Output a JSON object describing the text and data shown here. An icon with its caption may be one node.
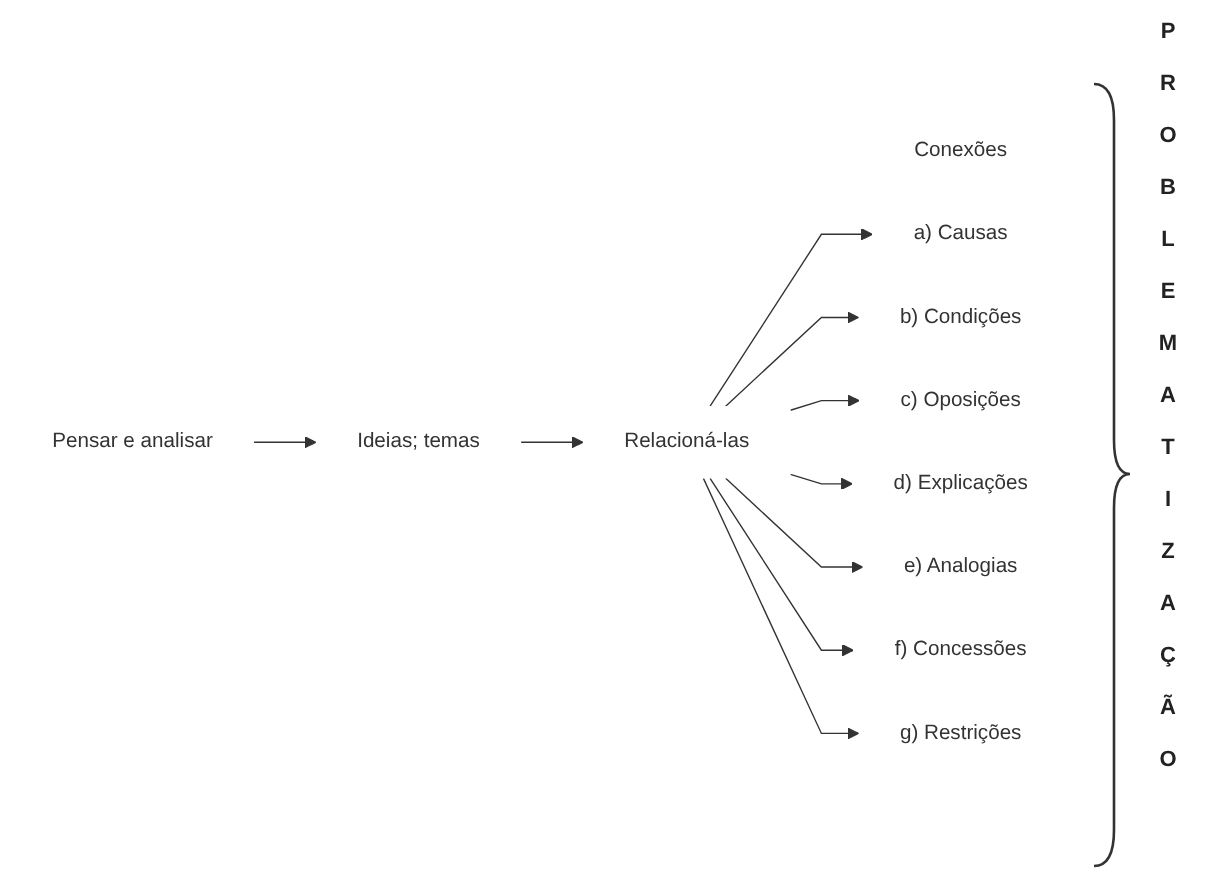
{
  "diagram": {
    "nodes": [
      {
        "text": [
          "Pensar e analisar"
        ]
      },
      {
        "text": [
          "Ideias; temas"
        ]
      },
      {
        "text": [
          "Relacioná-las"
        ]
      },
      {
        "text": [
          "Conexões"
        ]
      },
      {
        "text": [
          "a) Causas"
        ]
      },
      {
        "text": [
          "b) Condições"
        ]
      },
      {
        "text": [
          "c) Oposições"
        ]
      },
      {
        "text": [
          "d) Explicações"
        ]
      },
      {
        "text": [
          "e) Analogias"
        ]
      },
      {
        "text": [
          "f) Concessões"
        ]
      },
      {
        "text": [
          "g) Restrições"
        ]
      }
    ],
    "edges": [
      {
        "from": 0,
        "to": 1,
        "arrow": "to"
      },
      {
        "from": 1,
        "to": 2,
        "arrow": "to"
      },
      {
        "from": 2,
        "to": 4,
        "arrow": "to"
      },
      {
        "from": 2,
        "to": 5,
        "arrow": "to"
      },
      {
        "from": 2,
        "to": 6,
        "arrow": "to"
      },
      {
        "from": 2,
        "to": 7,
        "arrow": "to"
      },
      {
        "from": 2,
        "to": 8,
        "arrow": "to"
      },
      {
        "from": 2,
        "to": 9,
        "arrow": "to"
      },
      {
        "from": 2,
        "to": 10,
        "arrow": "to"
      }
    ],
    "labels": [
      "PROBLEMATIZAÇÃO"
    ]
  }
}
